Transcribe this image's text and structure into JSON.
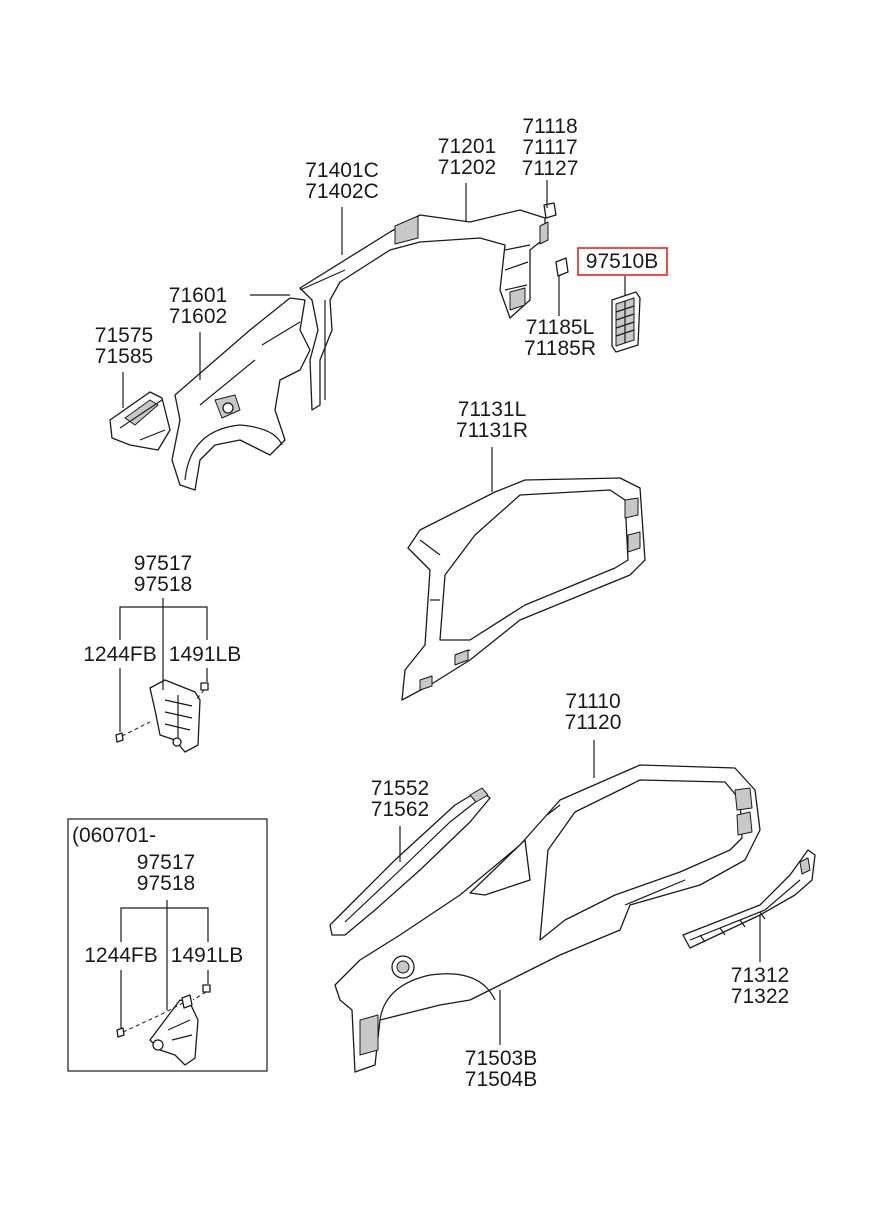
{
  "accent_color": "#e8221c",
  "labels": {
    "l_71118": [
      "71118",
      "71117",
      "71127"
    ],
    "l_71201": [
      "71201",
      "71202"
    ],
    "l_71401C": [
      "71401C",
      "71402C"
    ],
    "l_97510B": [
      "97510B"
    ],
    "l_71601": [
      "71601",
      "71602"
    ],
    "l_71575": [
      "71575",
      "71585"
    ],
    "l_71185L": [
      "71185L",
      "71185R"
    ],
    "l_71131L": [
      "71131L",
      "71131R"
    ],
    "l_97517a": [
      "97517",
      "97518"
    ],
    "l_1244FBa": [
      "1244FB"
    ],
    "l_1491LBa": [
      "1491LB"
    ],
    "l_71110": [
      "71110",
      "71120"
    ],
    "l_71552": [
      "71552",
      "71562"
    ],
    "l_date": [
      "(060701-"
    ],
    "l_97517b": [
      "97517",
      "97518"
    ],
    "l_1244FBb": [
      "1244FB"
    ],
    "l_1491LBb": [
      "1491LB"
    ],
    "l_71312": [
      "71312",
      "71322"
    ],
    "l_71503B": [
      "71503B",
      "71504B"
    ]
  }
}
